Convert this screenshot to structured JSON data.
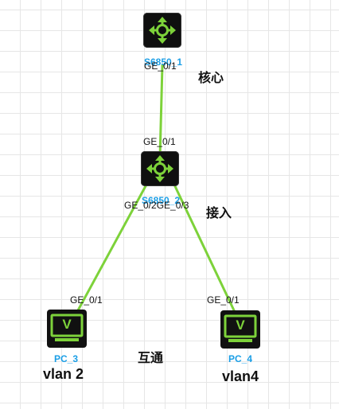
{
  "diagram": {
    "nodes": {
      "core_switch": {
        "name": "S6850_1",
        "port": "GE_0/1",
        "icon": "switch-icon"
      },
      "access_switch": {
        "name": "S6850_2",
        "port_up": "GE_0/1",
        "port_down": "GE_0/2GE_0/3",
        "icon": "switch-icon"
      },
      "pc3": {
        "name": "PC_3",
        "port": "GE_0/1",
        "icon": "pc-monitor-icon",
        "glyph": "V"
      },
      "pc4": {
        "name": "PC_4",
        "port": "GE_0/1",
        "icon": "pc-monitor-icon",
        "glyph": "V"
      }
    },
    "annotations": {
      "core_label": "核心",
      "access_label": "接入",
      "interconnect_label": "互通",
      "vlan_pc3": "vlan 2",
      "vlan_pc4": "vlan4"
    },
    "colors": {
      "link": "#7dd23a",
      "device_icon": "#7dd23a",
      "device_body": "#111111",
      "device_name": "#1a9ee6"
    }
  }
}
